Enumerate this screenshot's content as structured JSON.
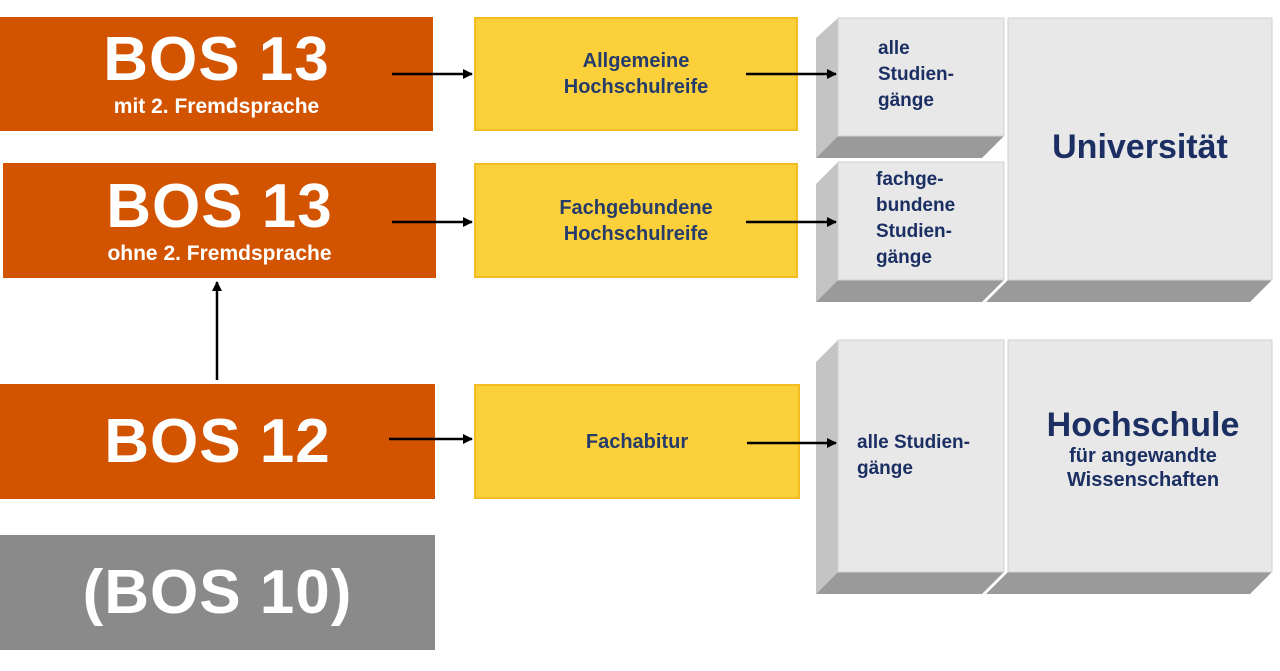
{
  "bos13_fs": {
    "title": "BOS 13",
    "subtitle": "mit 2. Fremdsprache"
  },
  "bos13_nofs": {
    "title": "BOS 13",
    "subtitle": "ohne 2. Fremdsprache"
  },
  "bos12": {
    "title": "BOS 12"
  },
  "bos10": {
    "title": "(BOS 10)"
  },
  "certs": {
    "ahr": [
      "Allgemeine",
      "Hochschulreife"
    ],
    "fhr": [
      "Fachgebundene",
      "Hochschulreife"
    ],
    "fachabitur": "Fachabitur"
  },
  "study": {
    "all": [
      "alle",
      "Studien-",
      "gänge"
    ],
    "bound": [
      "fachge-",
      "bundene",
      "Studien-",
      "gänge"
    ],
    "all_hs": [
      "alle Studien-",
      "gänge"
    ]
  },
  "institutions": {
    "uni": "Universität",
    "hs_title": "Hochschule",
    "hs_sub": [
      "für angewandte",
      "Wissenschaften"
    ]
  },
  "colors": {
    "orange": "#d35400",
    "yellow": "#fcd03a",
    "grey_box": "#8a8a8a",
    "block_face": "#e8e8e8",
    "navy_text": "#1b2f63"
  }
}
